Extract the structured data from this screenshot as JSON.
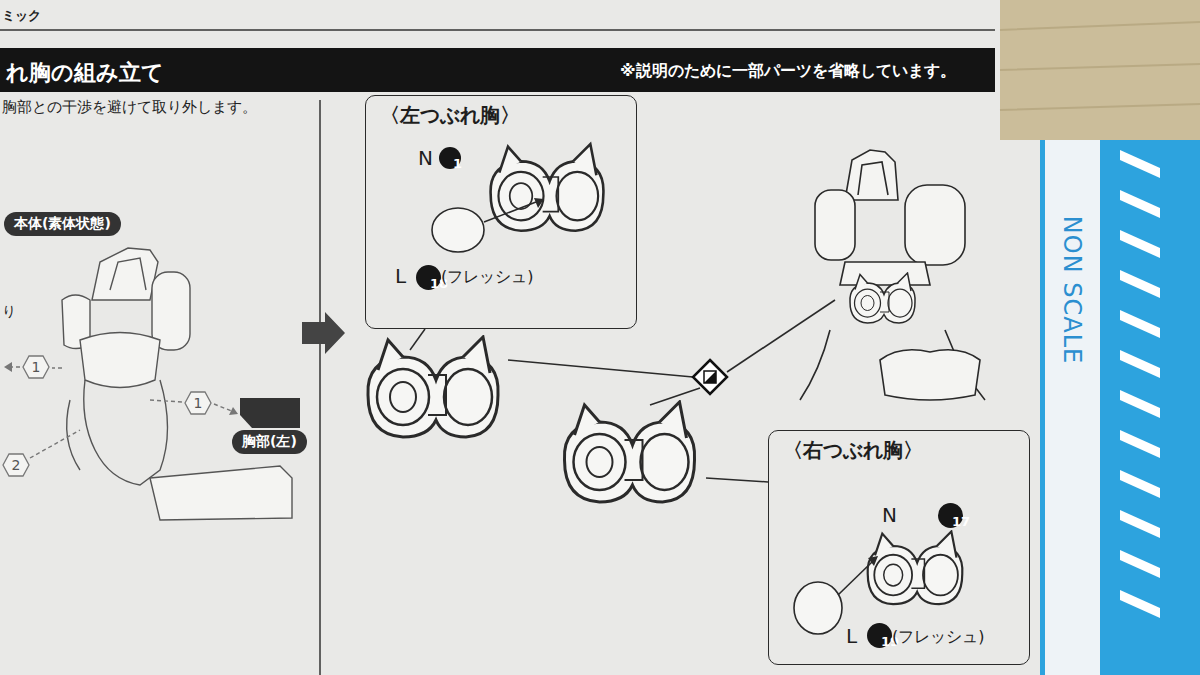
{
  "diagram": {
    "title": "れ胸の組み立て",
    "nodes": [
      {
        "text": [
          "本体(素体状態)"
        ]
      },
      {
        "text": [
          "1"
        ]
      },
      {
        "text": [
          "1"
        ]
      },
      {
        "text": [
          "胸部(左)"
        ]
      },
      {
        "text": [
          "2"
        ]
      },
      {
        "text": [
          "〈左つぶれ胸〉"
        ]
      },
      {
        "text": [
          "1"
        ],
        "in": 5
      },
      {
        "text": [
          "18"
        ],
        "in": 5
      },
      {
        "text": [
          "〈右つぶれ胸〉"
        ]
      },
      {
        "text": [
          "17"
        ],
        "in": 8
      },
      {
        "text": [
          "19"
        ],
        "in": 8
      }
    ],
    "labels": [
      "ミック",
      "※説明のために一部パーツを省略しています。",
      "胸部との干渉を避けて取り外します。",
      "り",
      "N",
      "L",
      "(フレッシュ)",
      "N",
      "L",
      "(フレッシュ)",
      "NON SCALE"
    ]
  }
}
